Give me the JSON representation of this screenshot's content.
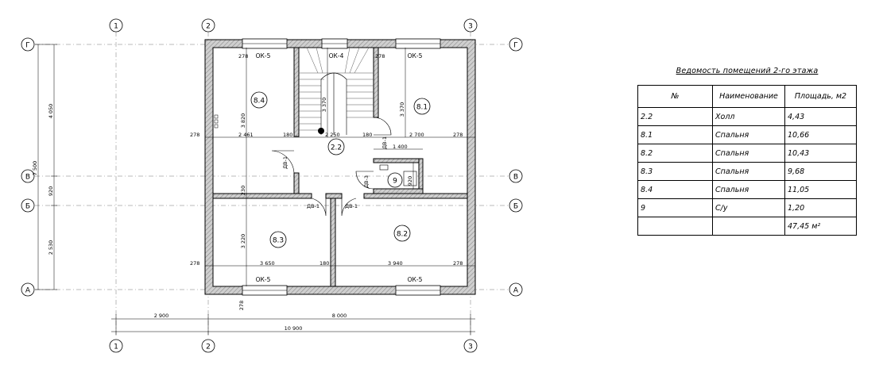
{
  "axes": {
    "numbers": [
      "1",
      "2",
      "3"
    ],
    "letters": [
      "Г",
      "В",
      "Б",
      "А"
    ]
  },
  "rooms": [
    {
      "id": "8.4"
    },
    {
      "id": "8.1"
    },
    {
      "id": "2.2"
    },
    {
      "id": "9"
    },
    {
      "id": "8.3"
    },
    {
      "id": "8.2"
    }
  ],
  "windows": [
    "ОК-5",
    "ОК-4",
    "ОК-5",
    "ОК-5",
    "ОК-5"
  ],
  "doors": [
    "ДВ-1",
    "ДВ-1",
    "ДВ-3",
    "ДВ-1",
    "ДВ-1"
  ],
  "dimensions": {
    "left_total": "7 500",
    "left_top": "4 050",
    "left_mid": "920",
    "left_bottom": "2 530",
    "bottom_left": "2 900",
    "bottom_right": "8 000",
    "bottom_total": "10 900",
    "wall": "278",
    "partition": "180",
    "h_8_4": "3 820",
    "h_stair": "3 370",
    "h_8_1": "3 370",
    "h_8_3": "3 220",
    "w_8_4": "2 461",
    "w_hall": "2 250",
    "w_8_1": "2 700",
    "w_9": "1 400",
    "w_8_3": "3 650",
    "w_8_2": "3 940",
    "h_small": "230",
    "h_9": "920"
  },
  "schedule": {
    "title": "Ведомость помещений 2-го этажа",
    "headers": [
      "№",
      "Наименование",
      "Площадь, м2"
    ],
    "rows": [
      [
        "2.2",
        "Холл",
        "4,43"
      ],
      [
        "8.1",
        "Спальня",
        "10,66"
      ],
      [
        "8.2",
        "Спальня",
        "10,43"
      ],
      [
        "8.3",
        "Спальня",
        "9,68"
      ],
      [
        "8.4",
        "Спальня",
        "11,05"
      ],
      [
        "9",
        "С/у",
        "1,20"
      ],
      [
        "",
        "",
        "47,45 м²"
      ]
    ]
  }
}
